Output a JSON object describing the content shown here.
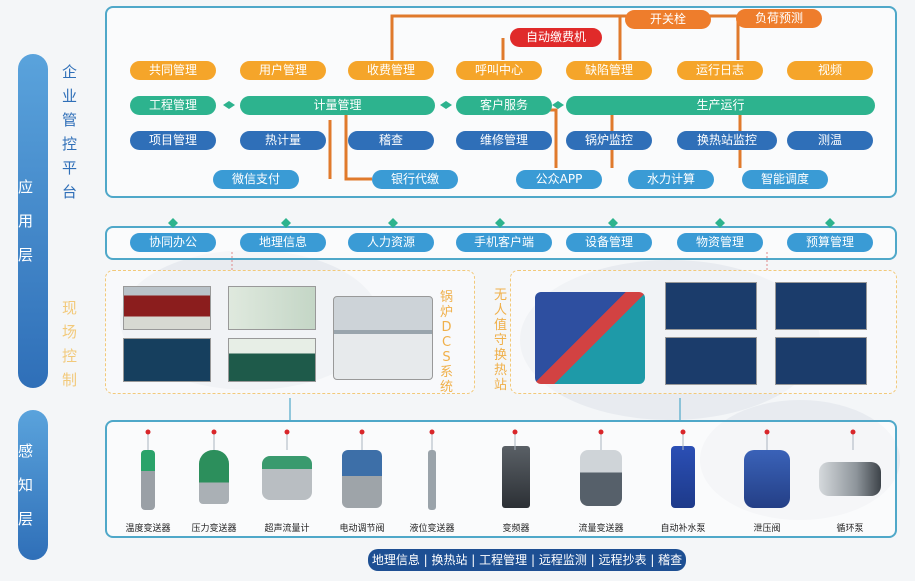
{
  "layers": {
    "application": "应用层",
    "field": "现场控制",
    "sensing": "感知层",
    "enterprise_platform": "企业管控平台"
  },
  "platform": {
    "top": [
      "开关栓",
      "负荷预测",
      "自动缴费机"
    ],
    "row_orange": [
      "共同管理",
      "用户管理",
      "收费管理",
      "呼叫中心",
      "缺陷管理",
      "运行日志",
      "视频"
    ],
    "row_green": [
      "工程管理",
      "计量管理",
      "客户服务",
      "生产运行"
    ],
    "row_blue": [
      "项目管理",
      "热计量",
      "稽查",
      "维修管理",
      "锅炉监控",
      "换热站监控",
      "测温"
    ],
    "row_bottom": [
      "微信支付",
      "银行代缴",
      "公众APP",
      "水力计算",
      "智能调度"
    ]
  },
  "middle_bar": [
    "协同办公",
    "地理信息",
    "人力资源",
    "手机客户端",
    "设备管理",
    "物资管理",
    "预算管理"
  ],
  "field_control": {
    "boiler_dcs": "锅炉DCS系统",
    "unattended_station": "无人值守换热站"
  },
  "sensors": [
    "温度变送器",
    "压力变送器",
    "超声流量计",
    "电动调节阀",
    "液位变送器",
    "变频器",
    "流量变送器",
    "自动补水泵",
    "泄压阀",
    "循环泵"
  ],
  "footer": "地理信息 | 换热站 | 工程管理 | 远程监测 | 远程抄表 | 稽查",
  "colors": {
    "orange": "#f5a52a",
    "green": "#2db38e",
    "blue": "#2f6fb8",
    "light_blue": "#3a9bd5",
    "red": "#e02a2a",
    "panel_border": "#4fa8c9"
  }
}
